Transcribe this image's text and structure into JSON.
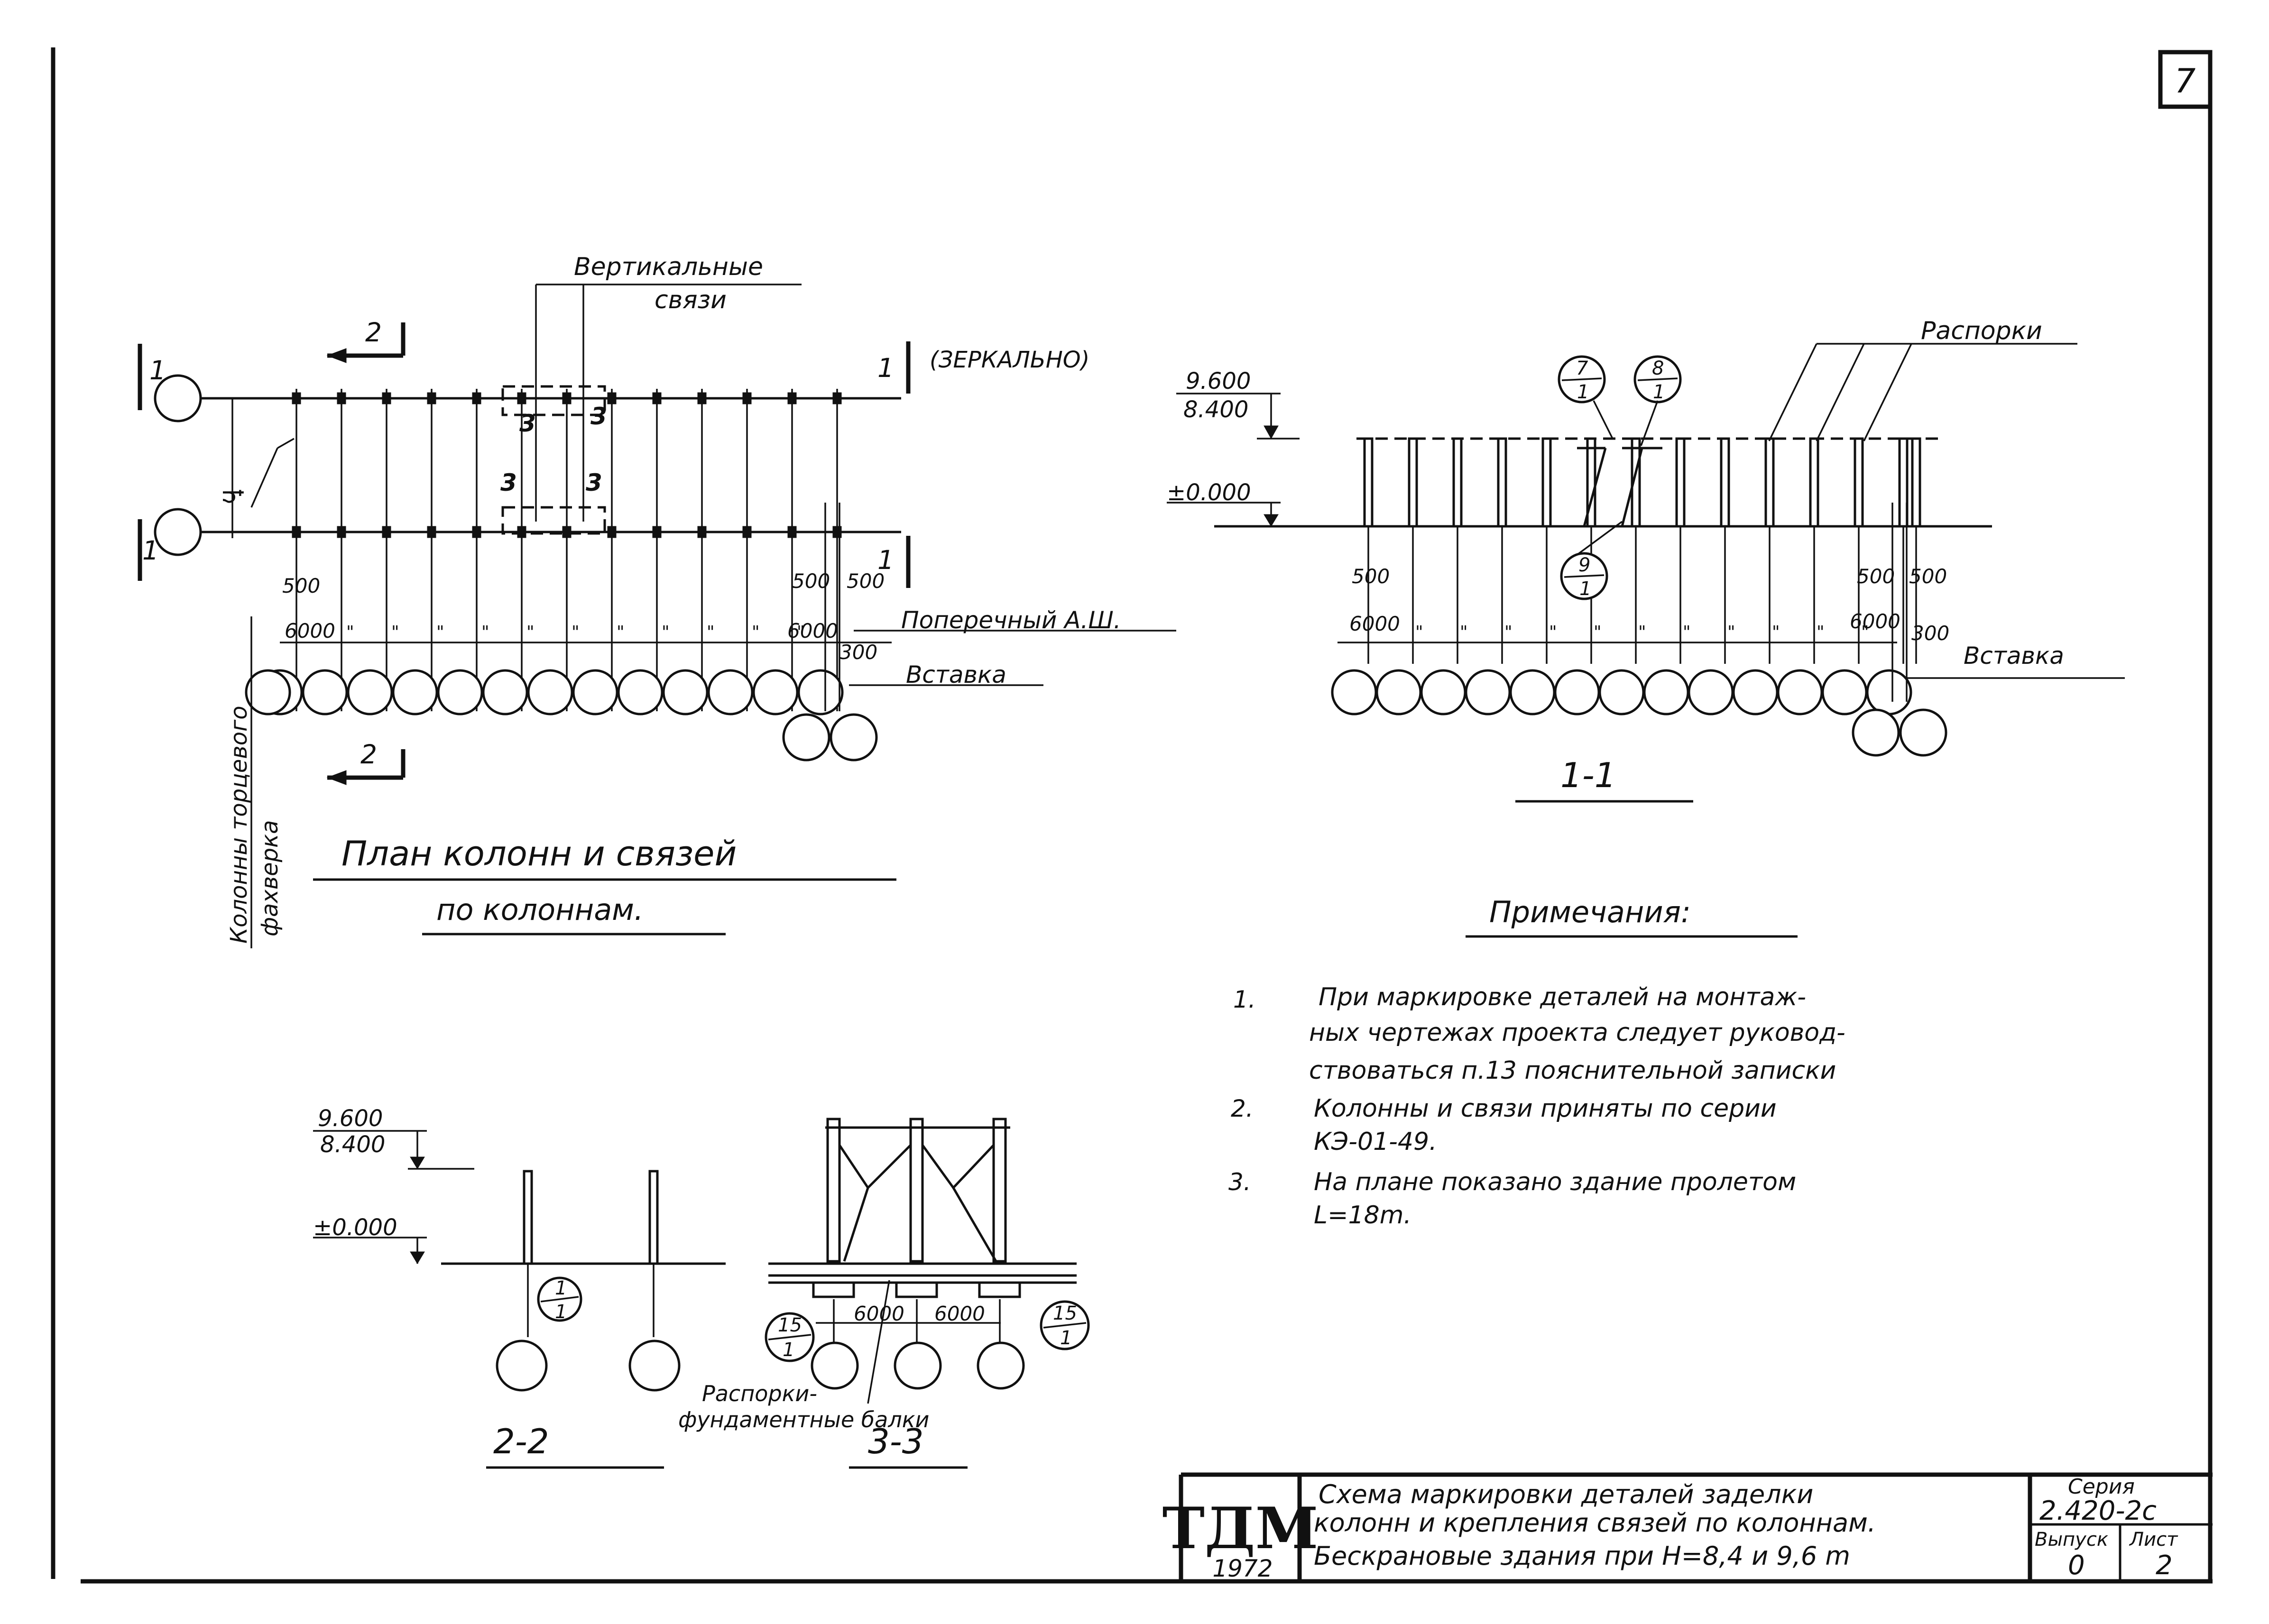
{
  "sheet": {
    "sheet_number": "7",
    "mirrored_note": "(ЗЕРКАЛЬНО)"
  },
  "plan": {
    "title_line1": "План колонн и связей",
    "title_line2": "по колоннам.",
    "vertical_bracing_line1": "Вертикальные",
    "vertical_bracing_line2": "связи",
    "section_1_label": "1",
    "section_2_label": "2",
    "section_3_label": "3",
    "end_columns_line1": "Колонны торцевого",
    "end_columns_line2": "фахверка",
    "transverse_axis": "Поперечный  А.Ш.",
    "insert_label": "Вставка",
    "dim_500": "500",
    "dim_6000": "6000",
    "dim_300": "300",
    "ditto_mark": "\""
  },
  "section_1_1": {
    "title": "1-1",
    "struts_label": "Распорки",
    "level_top": "9.600",
    "level_mid": "8.400",
    "level_zero": "±0.000",
    "insert_label": "Вставка",
    "dim_500": "500",
    "dim_6000": "6000",
    "dim_300": "300",
    "callouts": [
      {
        "num": "7",
        "den": "1"
      },
      {
        "num": "8",
        "den": "1"
      },
      {
        "num": "9",
        "den": "1"
      }
    ]
  },
  "section_2_2": {
    "title": "2-2",
    "level_top": "9.600",
    "level_mid": "8.400",
    "level_zero": "±0.000",
    "callout": {
      "num": "1",
      "den": "1"
    }
  },
  "section_3_3": {
    "title": "3-3",
    "dim_6000": "6000",
    "struts_line1": "Распорки-",
    "struts_line2": "фундаментные балки",
    "callout_left": {
      "num": "15",
      "den": "1"
    },
    "callout_right": {
      "num": "15",
      "den": "1"
    }
  },
  "notes": {
    "heading": "Примечания:",
    "items": [
      {
        "n": "1.",
        "line1": "При маркировке деталей на монтаж-",
        "line2": "ных чертежах проекта следует руковод-",
        "line3": "ствоваться п.13 пояснительной записки"
      },
      {
        "n": "2.",
        "line1": "Колонны и связи приняты по серии",
        "line2": "КЭ-01-49."
      },
      {
        "n": "3.",
        "line1": "На плане показано здание пролетом",
        "line2": "L=18m."
      }
    ]
  },
  "title_block": {
    "logo": "ТДМ",
    "year": "1972",
    "description_line1": "Схема маркировки деталей заделки",
    "description_line2": "колонн и крепления связей по колоннам.",
    "description_line3": "Бескрановые здания при Н=8,4 и 9,6 m",
    "series_label": "Серия",
    "series_value": "2.420-2с",
    "issue_label": "Выпуск",
    "issue_value": "0",
    "sheet_label": "Лист",
    "sheet_value": "2"
  }
}
